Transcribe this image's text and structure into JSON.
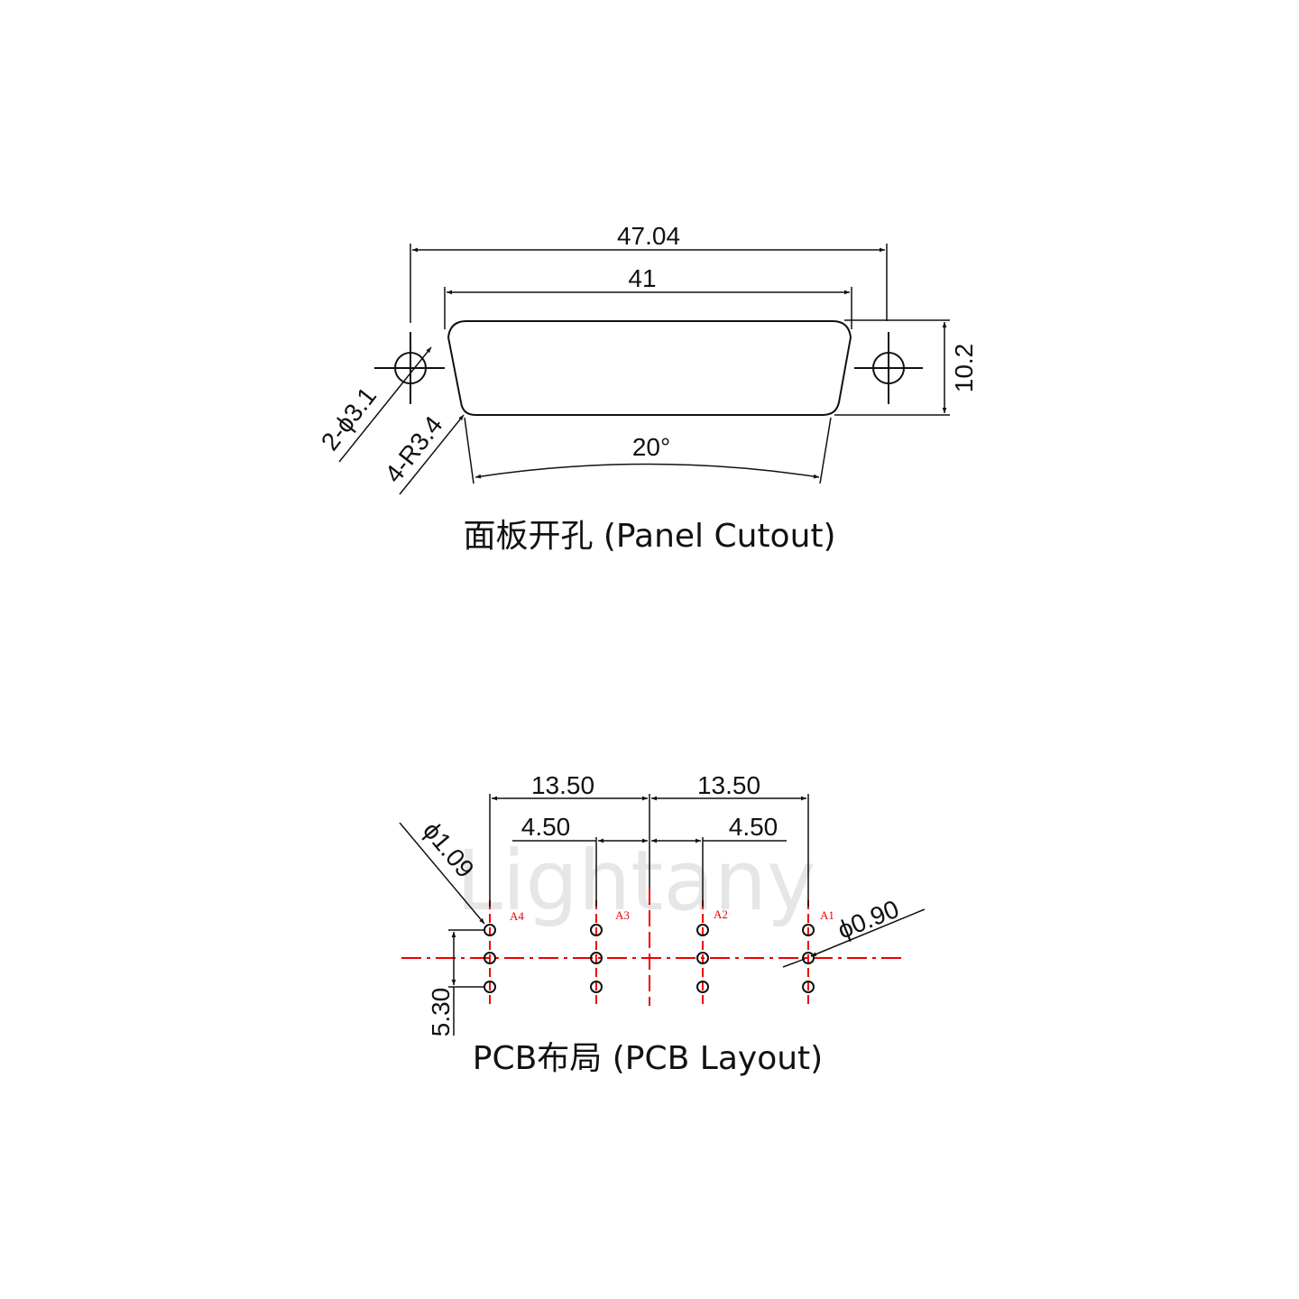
{
  "panel_cutout": {
    "title": "面板开孔 (Panel Cutout)",
    "dim_overall": "47.04",
    "dim_width": "41",
    "dim_height": "10.2",
    "dim_angle": "20°",
    "dim_holes": "2-ϕ3.1",
    "dim_radius": "4-R3.4"
  },
  "pcb_layout": {
    "title": "PCB布局 (PCB Layout)",
    "dim_left_span": "13.50",
    "dim_right_span": "13.50",
    "dim_left_inner": "4.50",
    "dim_right_inner": "4.50",
    "dim_large_hole": "ϕ1.09",
    "dim_small_hole": "ϕ0.90",
    "dim_row_pitch": "5.30",
    "pin_labels": [
      "A4",
      "A3",
      "A2",
      "A1"
    ]
  },
  "watermark": "Lightany",
  "colors": {
    "line": "#111111",
    "centerline": "#ee0000",
    "watermark": "#e6e6e6"
  }
}
